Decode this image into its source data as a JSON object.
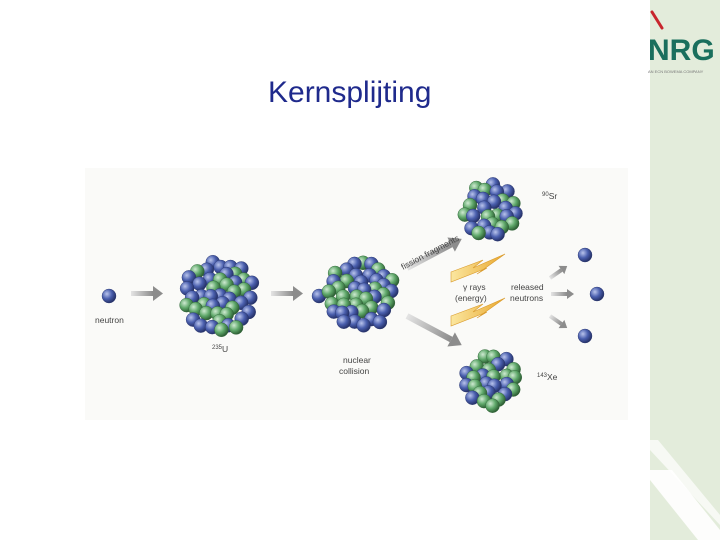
{
  "slide": {
    "title": "Kernsplijting"
  },
  "logo": {
    "wordmark": "NRG",
    "tagline": "AN ECN BOWEMA COMPANY",
    "accent_color": "#c8262d",
    "brand_color": "#1a6f5d"
  },
  "diagram": {
    "labels": {
      "neutron": "neutron",
      "u235_sup": "235",
      "u235": "U",
      "nuclear": "nuclear",
      "collision": "collision",
      "fission_fragments": "fission fragments",
      "gamma_rays": "γ rays",
      "energy": "(energy)",
      "released": "released",
      "neutrons": "neutrons",
      "sr_sup": "90",
      "sr": "Sr",
      "xe_sup": "143",
      "xe": "Xe"
    },
    "colors": {
      "proton_blue": "#4a5fae",
      "neutron_green": "#5fa86a",
      "lightning": "#f2c24a",
      "arrow": "#9a9a9a"
    }
  }
}
